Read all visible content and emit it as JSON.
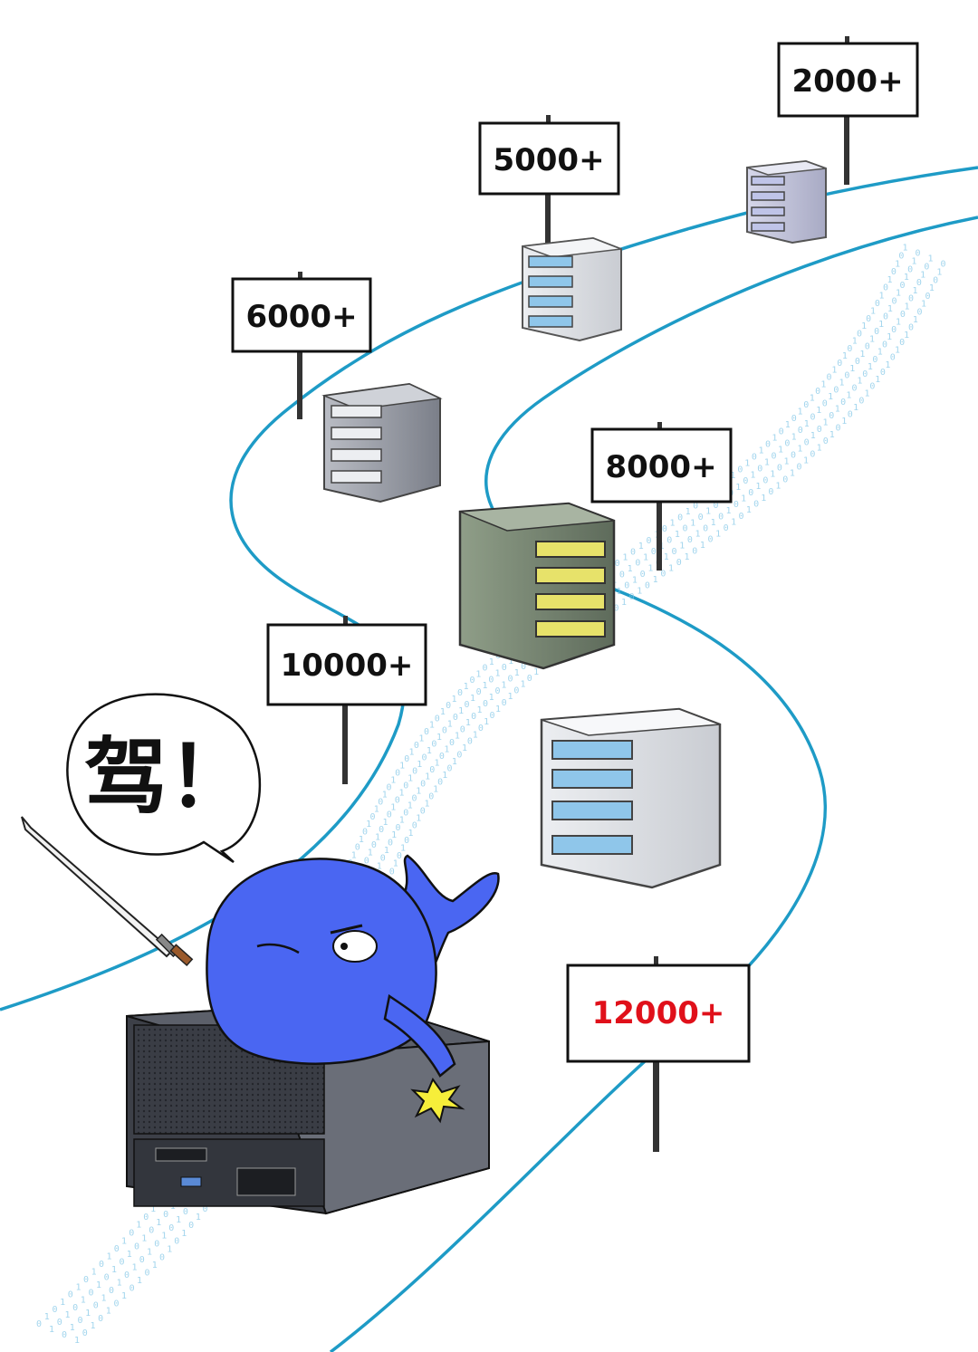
{
  "speech_bubble": {
    "text": "驾！"
  },
  "signs": [
    {
      "id": "2000",
      "label": "2000+"
    },
    {
      "id": "5000",
      "label": "5000+"
    },
    {
      "id": "6000",
      "label": "6000+"
    },
    {
      "id": "8000",
      "label": "8000+"
    },
    {
      "id": "10000",
      "label": "10000+"
    },
    {
      "id": "12000",
      "label": "12000+"
    }
  ],
  "colors": {
    "road_edge": "#1e9bc6",
    "binary_stream": "#7cc4e6",
    "whale": "#4a66f2",
    "server_drives_blue": "#8fc6ea",
    "server_drives_yellow": "#e7e26a",
    "highlight_sign_text": "#e0101a",
    "impact_star": "#f6ee3a"
  }
}
